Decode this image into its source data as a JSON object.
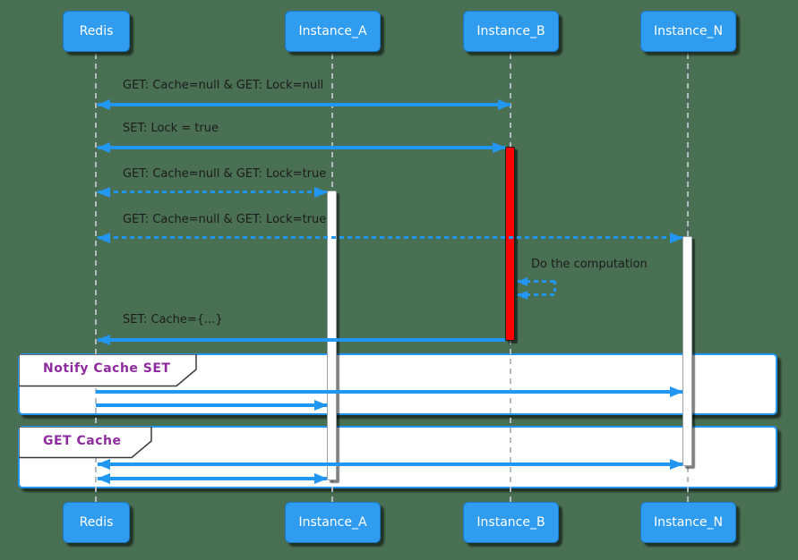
{
  "diagram": {
    "type": "sequence",
    "background_color": "#4A7053",
    "arrow_color": "#2196F3",
    "participant_fill": "#2F9CF0",
    "participant_border": "#1979C9",
    "activation_red": "#FF0000",
    "activation_white": "#FDFDFD",
    "frame_border_color": "#2196F3",
    "frame_title_color": "#8E2B9E",
    "lifeline_color": "#B3BCC2"
  },
  "participants": [
    {
      "name": "Redis"
    },
    {
      "name": "Instance_A"
    },
    {
      "name": "Instance_B"
    },
    {
      "name": "Instance_N"
    }
  ],
  "messages": [
    {
      "label": "GET: Cache=null & GET: Lock=null",
      "from": "Redis",
      "to": "Instance_B",
      "line": "solid",
      "heads": "both"
    },
    {
      "label": "SET: Lock = true",
      "from": "Redis",
      "to": "Instance_B",
      "line": "solid",
      "heads": "both"
    },
    {
      "label": "GET: Cache=null & GET: Lock=true",
      "from": "Redis",
      "to": "Instance_A",
      "line": "dotted",
      "heads": "both"
    },
    {
      "label": "GET: Cache=null & GET: Lock=true",
      "from": "Redis",
      "to": "Instance_N",
      "line": "dotted",
      "heads": "both"
    },
    {
      "label": "Do the computation",
      "from": "Instance_B",
      "to": "Instance_B",
      "line": "dotted",
      "heads": "self"
    },
    {
      "label": "SET: Cache={...}",
      "from": "Instance_B",
      "to": "Redis",
      "line": "solid",
      "heads": "left"
    }
  ],
  "activations": [
    {
      "participant": "Instance_B",
      "color": "red"
    },
    {
      "participant": "Instance_A",
      "color": "white"
    },
    {
      "participant": "Instance_N",
      "color": "white"
    }
  ],
  "frames": [
    {
      "title": "Notify Cache SET",
      "messages": [
        {
          "from": "Redis",
          "to": "Instance_N",
          "line": "solid",
          "heads": "right"
        },
        {
          "from": "Redis",
          "to": "Instance_A",
          "line": "solid",
          "heads": "right"
        }
      ]
    },
    {
      "title": "GET Cache",
      "messages": [
        {
          "from": "Redis",
          "to": "Instance_N",
          "line": "solid",
          "heads": "both"
        },
        {
          "from": "Redis",
          "to": "Instance_A",
          "line": "solid",
          "heads": "both"
        }
      ]
    }
  ]
}
